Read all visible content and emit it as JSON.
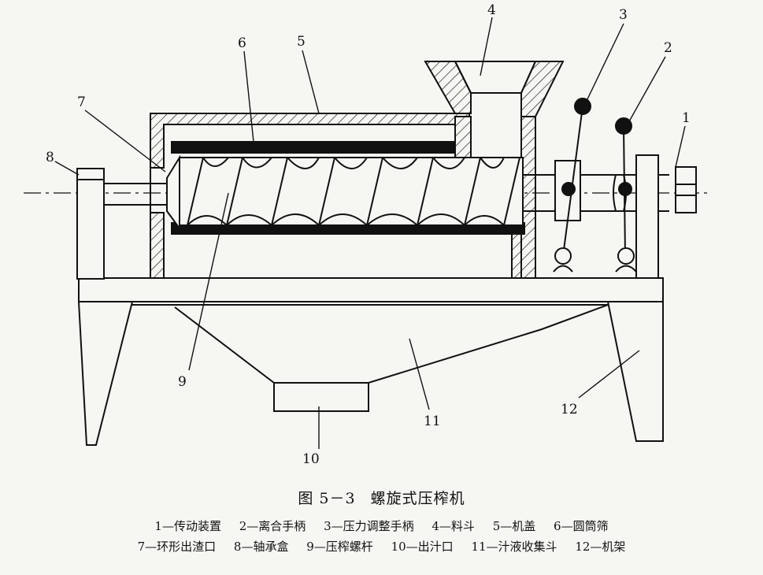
{
  "callouts": {
    "c1": "1",
    "c2": "2",
    "c3": "3",
    "c4": "4",
    "c5": "5",
    "c6": "6",
    "c7": "7",
    "c8": "8",
    "c9": "9",
    "c10": "10",
    "c11": "11",
    "c12": "12"
  },
  "caption": {
    "figure_number": "图 5－3",
    "title": "螺旋式压榨机"
  },
  "legend": {
    "row1": [
      "1—传动装置",
      "2—离合手柄",
      "3—压力调整手柄",
      "4—料斗",
      "5—机盖",
      "6—圆筒筛"
    ],
    "row2": [
      "7—环形出渣口",
      "8—轴承盒",
      "9—压榨螺杆",
      "10—出汁口",
      "11—汁液收集斗",
      "12—机架"
    ]
  },
  "colors": {
    "line": "#111111",
    "background": "#f6f6f3"
  }
}
